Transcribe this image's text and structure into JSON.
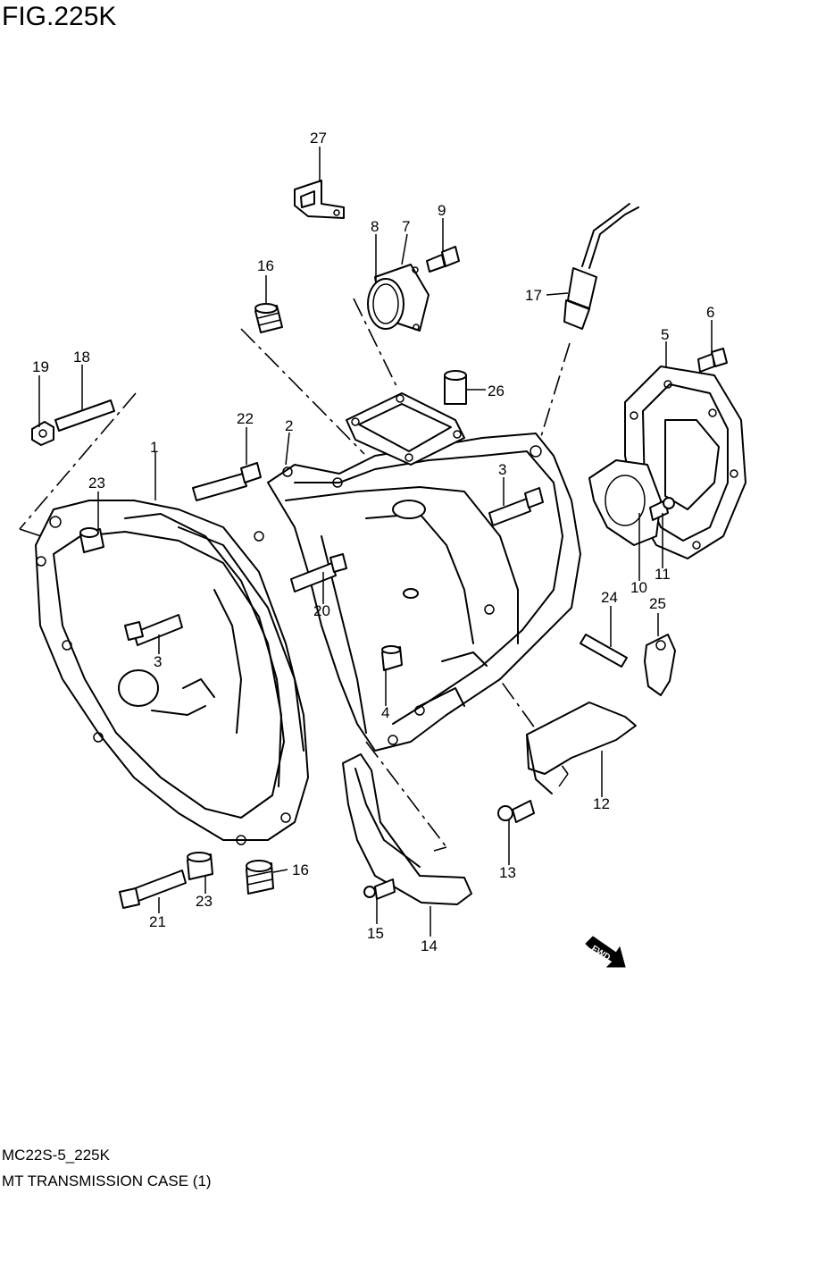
{
  "figure_title": "FIG.225K",
  "diagram_code": "MC22S-5_225K",
  "diagram_name": "MT TRANSMISSION CASE (1)",
  "fwd_label": "FWD",
  "callouts": [
    "27",
    "8",
    "7",
    "9",
    "17",
    "16",
    "6",
    "5",
    "19",
    "18",
    "26",
    "22",
    "2",
    "1",
    "3",
    "23",
    "3",
    "20",
    "10",
    "11",
    "24",
    "25",
    "3",
    "4",
    "12",
    "13",
    "16",
    "23",
    "21",
    "15",
    "14"
  ]
}
